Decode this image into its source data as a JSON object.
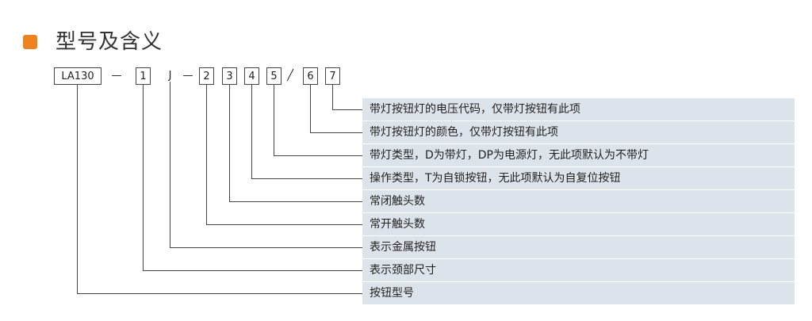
{
  "title": "型号及含义",
  "code": {
    "model": "LA130",
    "dash1": "—",
    "pos1": "1",
    "letter": "J",
    "dash2": "—",
    "pos2": "2",
    "pos3": "3",
    "pos4": "4",
    "pos5": "5",
    "slash": "╱",
    "pos6": "6",
    "pos7": "7"
  },
  "descriptions": [
    "带灯按钮灯的电压代码，仅带灯按钮有此项",
    "带灯按钮灯的颜色，仅带灯按钮有此项",
    "带灯类型，D为带灯，DP为电源灯，无此项默认为不带灯",
    "操作类型，T为自锁按钮，无此项默认为自复位按钮",
    "常闭触头数",
    "常开触头数",
    "表示金属按钮",
    "表示颈部尺寸",
    "按钮型号"
  ],
  "colors": {
    "accent": "#f0821e",
    "row_bg": "#dde3ea",
    "line": "#444444"
  }
}
